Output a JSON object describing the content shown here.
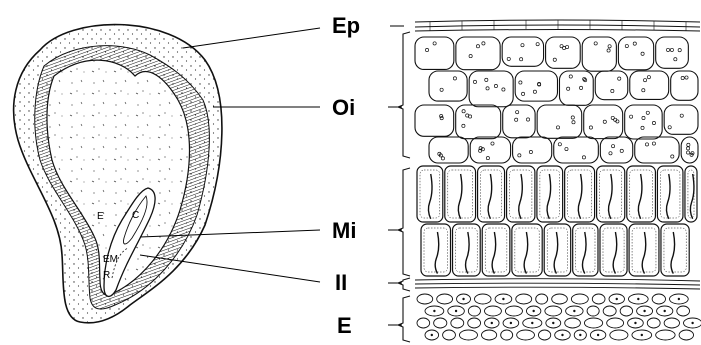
{
  "layer_labels": {
    "ep": "Ep",
    "oi": "Oi",
    "mi": "Mi",
    "ii": "II",
    "e": "E"
  },
  "seed_labels": {
    "e": "E",
    "c": "C",
    "em": "EM",
    "r": "R"
  },
  "colors": {
    "ink": "#111111",
    "background": "#ffffff"
  }
}
